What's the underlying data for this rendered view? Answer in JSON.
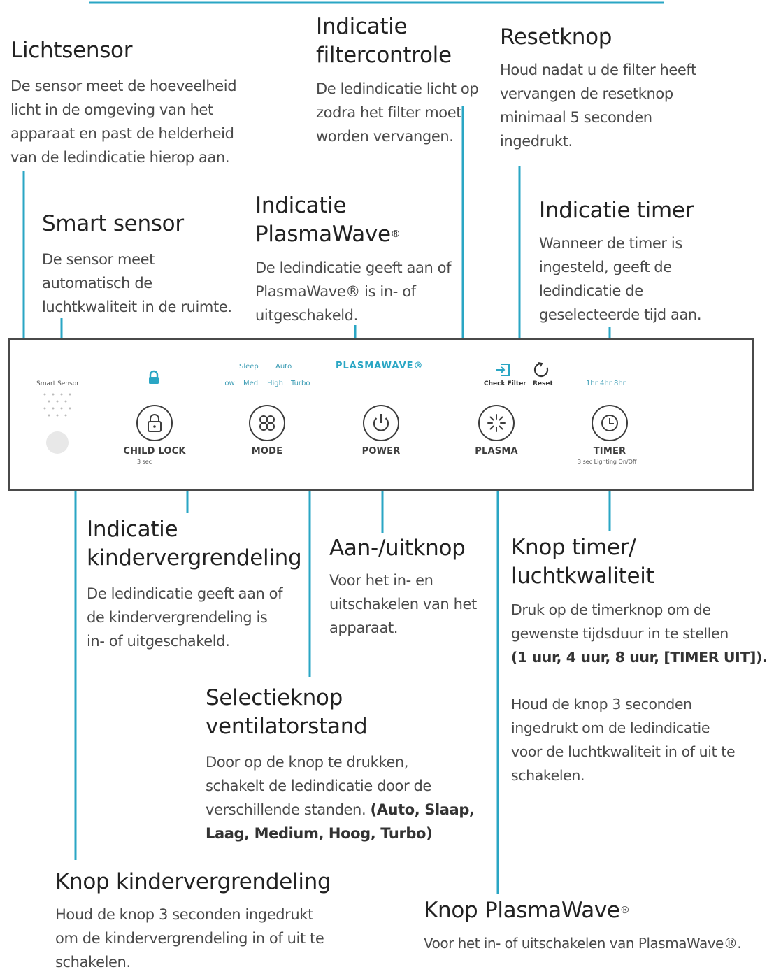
{
  "callouts": {
    "lichtsensor": {
      "title": "Lichtsensor",
      "lines": [
        "De sensor meet de hoeveelheid",
        "licht in de omgeving van het",
        "apparaat en past de helderheid",
        "van de ledindicatie hierop aan."
      ]
    },
    "filtercontrole": {
      "title_lines": [
        "Indicatie",
        "filtercontrole"
      ],
      "lines": [
        "De ledindicatie licht op",
        "zodra het filter moet",
        "worden vervangen."
      ]
    },
    "resetknop": {
      "title": "Resetknop",
      "lines": [
        "Houd nadat u de filter heeft",
        "vervangen de resetknop",
        "minimaal 5 seconden",
        "ingedrukt."
      ]
    },
    "smart_sensor": {
      "title": "Smart sensor",
      "lines": [
        "De sensor meet",
        "automatisch de",
        "luchtkwaliteit in de ruimte."
      ]
    },
    "plasmawave_indicatie": {
      "title_line1": "Indicatie",
      "title_line2": "PlasmaWave",
      "title_reg": "®",
      "lines": [
        "De ledindicatie geeft aan of",
        "PlasmaWave® is in- of",
        "uitgeschakeld."
      ]
    },
    "timer_indicatie": {
      "title": "Indicatie timer",
      "lines": [
        "Wanneer de timer is",
        "ingesteld, geeft de",
        "ledindicatie de",
        "geselecteerde tijd aan."
      ]
    },
    "kindervergrendeling_indicatie": {
      "title_lines": [
        "Indicatie",
        "kindervergrendeling"
      ],
      "lines": [
        "De ledindicatie geeft aan of",
        "de kindervergrendeling is",
        "in- of uitgeschakeld."
      ]
    },
    "aan_uit": {
      "title": "Aan-/uitknop",
      "lines": [
        "Voor het in- en",
        "uitschakelen van het",
        "apparaat."
      ]
    },
    "timer_knop": {
      "title_lines": [
        "Knop timer/",
        "luchtkwaliteit"
      ],
      "lines": [
        "Druk op de timerknop om de",
        "gewenste tijdsduur in te stellen"
      ],
      "bold_line": "(1 uur, 4 uur, 8 uur, [TIMER UIT]).",
      "lines2": [
        "Houd de knop 3 seconden",
        "ingedrukt om de ledindicatie",
        "voor de luchtkwaliteit in of uit te",
        "schakelen."
      ]
    },
    "ventilatorstand": {
      "title_lines": [
        "Selectieknop",
        "ventilatorstand"
      ],
      "line1": "Door op de knop te drukken,",
      "line2": "schakelt de ledindicatie door de",
      "line3_normal": "verschillende standen. ",
      "line3_bold": "(Auto, Slaap,",
      "line4_bold": "Laag, Medium, Hoog, Turbo)"
    },
    "kindervergrendeling_knop": {
      "title": "Knop kindervergrendeling",
      "lines": [
        "Houd de knop 3 seconden ingedrukt",
        "om de kindervergrendeling in of uit te",
        "schakelen."
      ]
    },
    "plasmawave_knop": {
      "title": "Knop PlasmaWave",
      "title_reg": "®",
      "line": "Voor het in- of uitschakelen van PlasmaWave®."
    }
  },
  "panel": {
    "smart_sensor_label": "Smart Sensor",
    "mode_top": [
      "Sleep",
      "Auto"
    ],
    "mode_bottom": [
      "Low",
      "Med",
      "High",
      "Turbo"
    ],
    "plasmawave_logo": "PLASMAWAVE®",
    "check_filter": "Check Filter",
    "reset": "Reset",
    "timer_hours": "1hr  4hr  8hr",
    "buttons": {
      "child_lock": "CHILD LOCK",
      "child_lock_sub": "3 sec",
      "mode": "MODE",
      "power": "POWER",
      "plasma": "PLASMA",
      "timer": "TIMER",
      "timer_sub": "3 sec Lighting On/Off"
    }
  },
  "colors": {
    "accent": "#2aa6c4",
    "panel_border": "#4a4a4a",
    "text": "#3a3a3a"
  }
}
